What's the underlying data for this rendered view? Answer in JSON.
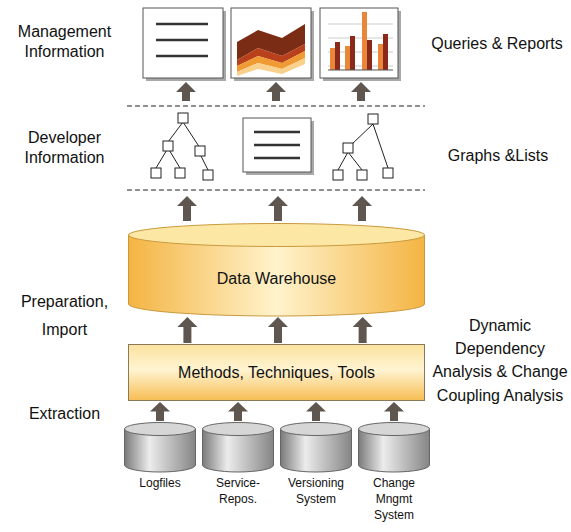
{
  "diagram": {
    "nodes": [
      {
        "text": [
          "Data Warehouse"
        ]
      },
      {
        "text": [
          "Methods, Techniques, Tools"
        ]
      },
      {
        "text": [
          "Logfiles"
        ]
      },
      {
        "text": [
          "Service- Repos."
        ]
      },
      {
        "text": [
          "Versioning System"
        ]
      },
      {
        "text": [
          "Change Mngmt System"
        ]
      }
    ],
    "edges": [
      {
        "from": 2,
        "to": 1,
        "arrow": "to"
      },
      {
        "from": 3,
        "to": 1,
        "arrow": "to"
      },
      {
        "from": 4,
        "to": 1,
        "arrow": "to"
      },
      {
        "from": 5,
        "to": 1,
        "arrow": "to"
      },
      {
        "from": 1,
        "to": 0,
        "arrow": "to"
      },
      {
        "from": 1,
        "to": 0,
        "arrow": "to"
      },
      {
        "from": 1,
        "to": 0,
        "arrow": "to"
      }
    ],
    "labels": [
      "Management Information",
      "Developer Information",
      "Preparation, Import",
      "Extraction",
      "Queries & Reports",
      "Graphs &Lists",
      "Dynamic Dependency Analysis & Change Coupling Analysis"
    ]
  }
}
